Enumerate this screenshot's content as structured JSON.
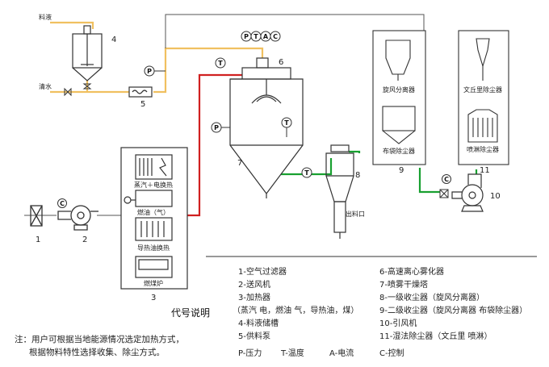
{
  "stream_labels": {
    "feed_liquid": "料液",
    "clean_water": "清水",
    "discharge_port": "出料口"
  },
  "heater_labels": {
    "steam_electric": "蒸汽＋电换热",
    "fuel_gas": "燃油（气）",
    "oil_exchange": "导热油换热",
    "coal_furnace": "燃煤炉"
  },
  "equipment_labels": {
    "cyclone": "旋风分离器",
    "bag_filter": "布袋除尘器",
    "venturi": "文丘里除尘器",
    "spray_scrubber": "喷淋除尘器"
  },
  "instrument_labels": {
    "pressure": "P",
    "temperature": "T",
    "current": "A",
    "control": "C",
    "pta_group": [
      "P",
      "T",
      "A",
      "C"
    ]
  },
  "equipment_numbers": [
    "1",
    "2",
    "3",
    "4",
    "5",
    "6",
    "7",
    "8",
    "9",
    "10",
    "11"
  ],
  "legend": {
    "title": "代号说明",
    "left": [
      "1-空气过滤器",
      "2-送风机",
      "3-加热器",
      "（蒸汽 电，燃油 气，导热油，煤）",
      "4-料液储槽",
      "5-供料泵"
    ],
    "right": [
      "6-高速离心雾化器",
      "7-喷雾干燥塔",
      "8-一级收尘器（旋风分离器）",
      "9-二级收尘器（旋风分离器 布袋除尘器）",
      "10-引风机",
      "11-湿法除尘器（文丘里 喷淋）"
    ],
    "symbols": [
      "P-压力",
      "T-温度",
      "A-电流",
      "C-控制"
    ]
  },
  "note": {
    "line1": "注：用户可根据当地能源情况选定加热方式，",
    "line2": "根据物料特性选择收集、除尘方式。"
  },
  "colors": {
    "feed_line": "#f0c060",
    "hot_air_line": "#d02020",
    "exhaust_line": "#18a030",
    "equipment": "#333333"
  }
}
